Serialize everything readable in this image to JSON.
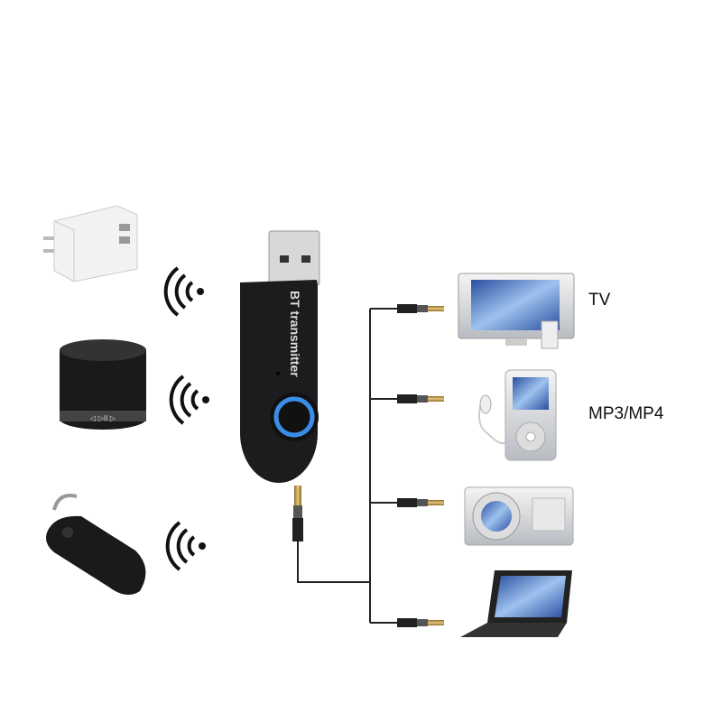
{
  "dongle": {
    "text": "BT transmitter",
    "ring_color": "#3a8ee6",
    "body_color": "#1c1c1e"
  },
  "outputs": [
    {
      "name": "TV"
    },
    {
      "name": "MP3/MP4"
    },
    {
      "name": ""
    },
    {
      "name": ""
    }
  ],
  "inputs": [
    "charger",
    "speaker",
    "headset"
  ]
}
